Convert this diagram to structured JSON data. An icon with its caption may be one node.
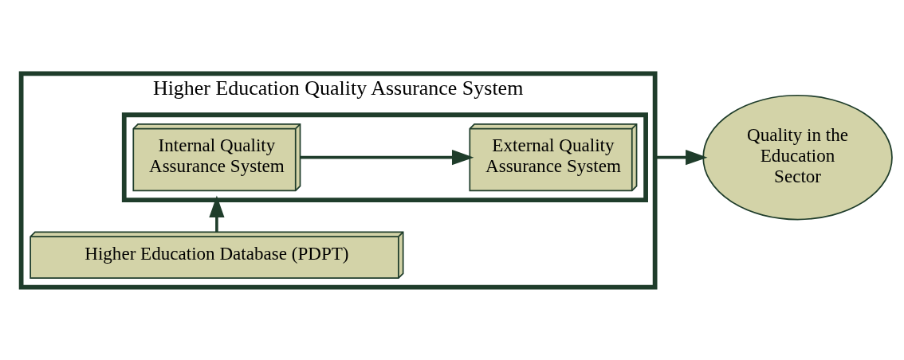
{
  "diagram": {
    "nodes": [
      {
        "text": [
          "Higher Education Quality Assurance System"
        ]
      },
      {
        "text": [],
        "shape": "box",
        "in": 0
      },
      {
        "text": [
          "Internal Quality Assurance System"
        ],
        "in": 1
      },
      {
        "text": [
          "External Quality Assurance System"
        ],
        "in": 1
      },
      {
        "text": [
          "Higher Education Database (PDPT)"
        ],
        "in": 0
      },
      {
        "text": [
          "Quality in the Education Sector"
        ]
      }
    ],
    "edges": [
      {
        "from": 2,
        "to": 3,
        "arrow": "to"
      },
      {
        "from": 4,
        "to": 1,
        "arrow": "to"
      },
      {
        "from": 0,
        "to": 5,
        "arrow": "to"
      }
    ]
  }
}
